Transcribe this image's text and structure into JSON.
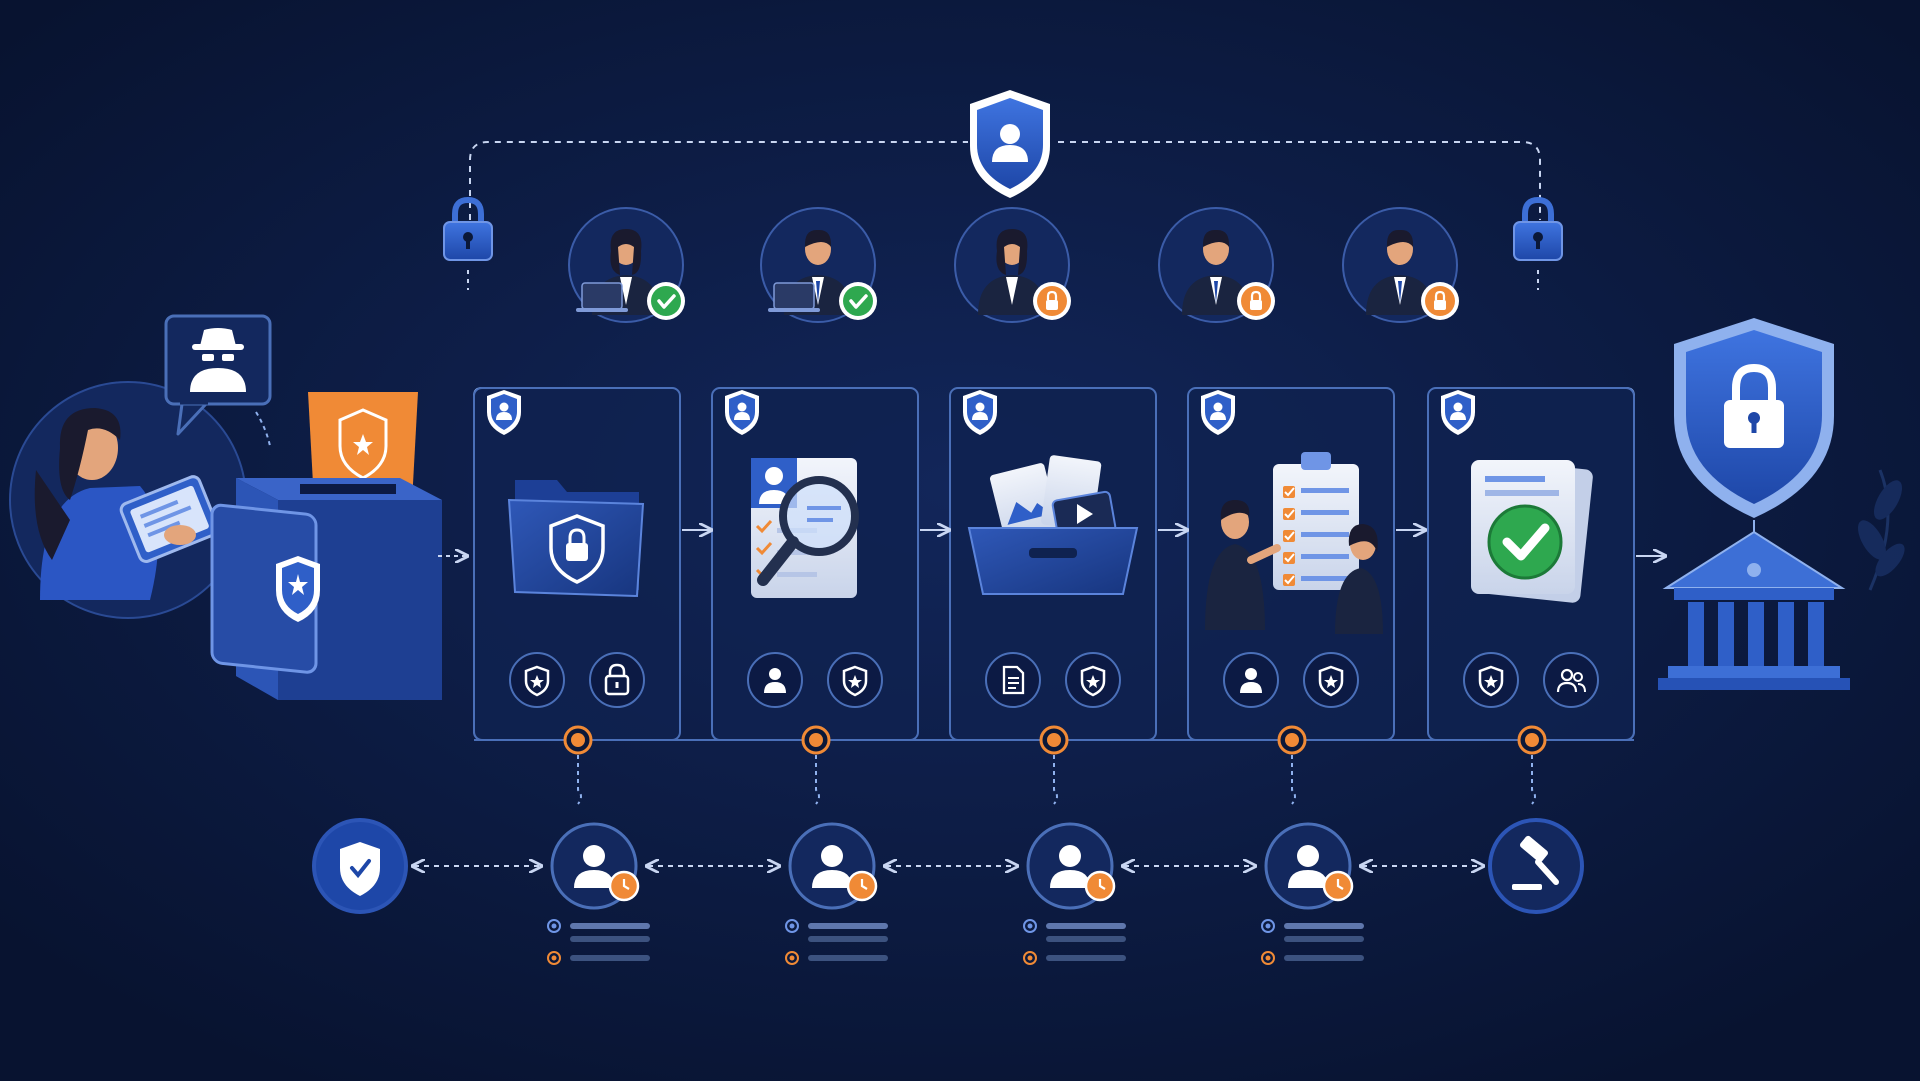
{
  "colors": {
    "background": "#0b1838",
    "panel": "#0f2250",
    "panel_border": "#4a6fb8",
    "accent_blue": "#2f5fc8",
    "light_blue": "#8fb1ee",
    "orange": "#f08a36",
    "green": "#2ea84f",
    "white": "#ffffff"
  },
  "header": {
    "top_shield_icon": "shield-user-icon",
    "left_lock_icon": "padlock-icon",
    "right_lock_icon": "padlock-icon"
  },
  "personnel": [
    {
      "figure": "woman-laptop",
      "status": "verified",
      "status_icon": "check-badge-icon"
    },
    {
      "figure": "man-laptop",
      "status": "verified",
      "status_icon": "check-badge-icon"
    },
    {
      "figure": "woman",
      "status": "locked",
      "status_icon": "lock-badge-icon"
    },
    {
      "figure": "man",
      "status": "locked",
      "status_icon": "lock-badge-icon"
    },
    {
      "figure": "man",
      "status": "locked",
      "status_icon": "lock-badge-icon"
    }
  ],
  "source": {
    "reporter_icon": "person-tablet-icon",
    "anonymous_icon": "spy-icon",
    "dropbox_icon": "secure-dropbox-icon"
  },
  "steps": [
    {
      "illustration": "secure-folder-icon",
      "icons": [
        "shield-icon",
        "lock-icon"
      ]
    },
    {
      "illustration": "review-magnifier-icon",
      "icons": [
        "user-icon",
        "shield-icon"
      ]
    },
    {
      "illustration": "evidence-archive-icon",
      "icons": [
        "document-icon",
        "shield-icon"
      ]
    },
    {
      "illustration": "checklist-review-icon",
      "icons": [
        "user-icon",
        "shield-icon"
      ]
    },
    {
      "illustration": "approved-document-icon",
      "icons": [
        "shield-icon",
        "users-icon"
      ]
    }
  ],
  "destination": {
    "shield_icon": "shield-lock-icon",
    "building_icon": "institution-icon"
  },
  "bottom_flow": [
    {
      "icon": "shield-check-icon"
    },
    {
      "icon": "user-clock-icon"
    },
    {
      "icon": "user-clock-icon"
    },
    {
      "icon": "user-clock-icon"
    },
    {
      "icon": "user-clock-icon"
    },
    {
      "icon": "gavel-icon"
    }
  ]
}
